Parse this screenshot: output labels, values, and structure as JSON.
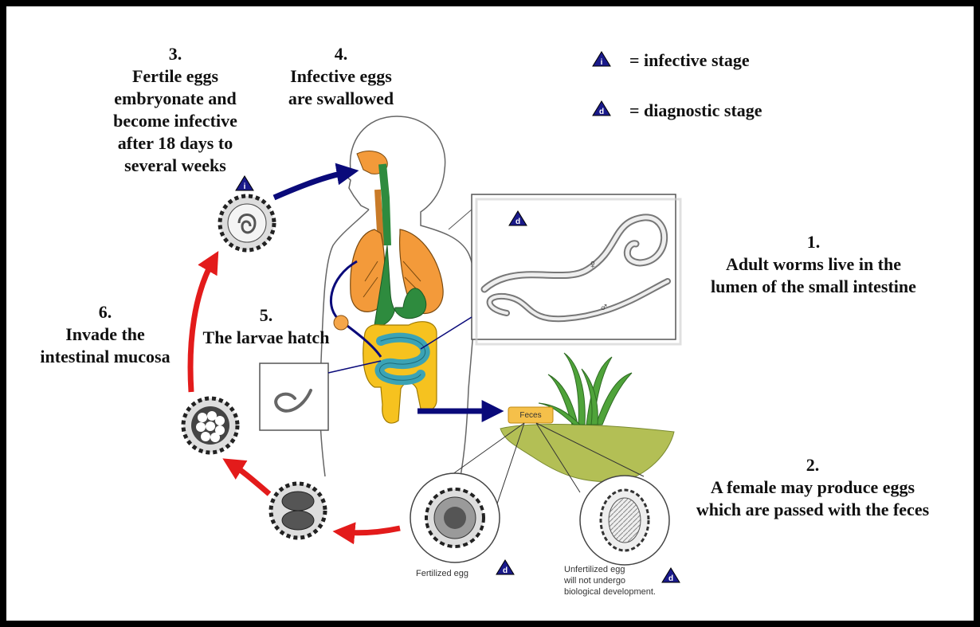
{
  "legend": {
    "infective": {
      "symbol": "i",
      "text": "= infective stage"
    },
    "diagnostic": {
      "symbol": "d",
      "text": "= diagnostic stage"
    }
  },
  "stages": {
    "s1": {
      "num": "1.",
      "lines": [
        "Adult worms live in the",
        "lumen of the small intestine"
      ]
    },
    "s2": {
      "num": "2.",
      "lines": [
        "A female may produce eggs",
        "which are passed with the feces"
      ]
    },
    "s3": {
      "num": "3.",
      "lines": [
        "Fertile eggs",
        "embryonate and",
        "become infective",
        "after 18 days to",
        "several weeks"
      ]
    },
    "s4": {
      "num": "4.",
      "lines": [
        "Infective eggs",
        "are swallowed"
      ]
    },
    "s5": {
      "num": "5.",
      "text": "The larvae hatch"
    },
    "s6": {
      "num": "6.",
      "lines": [
        "Invade the",
        "intestinal mucosa"
      ]
    }
  },
  "feces_label": "Feces",
  "fertilized_egg": "Fertilized egg",
  "unfertilized_egg": [
    "Unfertilized egg",
    "will not undergo",
    "biological development."
  ],
  "sex_symbols": {
    "female": "♀",
    "male": "♂"
  },
  "colors": {
    "border": "#000000",
    "blue_arrow": "#0a0a7a",
    "red_arrow": "#e31b1b",
    "lung": "#f39a3a",
    "gut_green": "#2e8b3e",
    "intestine_yellow": "#f6c21f",
    "intestine_blue": "#3ba3b5",
    "soil": "#b3bf55",
    "grass": "#4fa33a",
    "feces_box": "#f5c04a"
  }
}
